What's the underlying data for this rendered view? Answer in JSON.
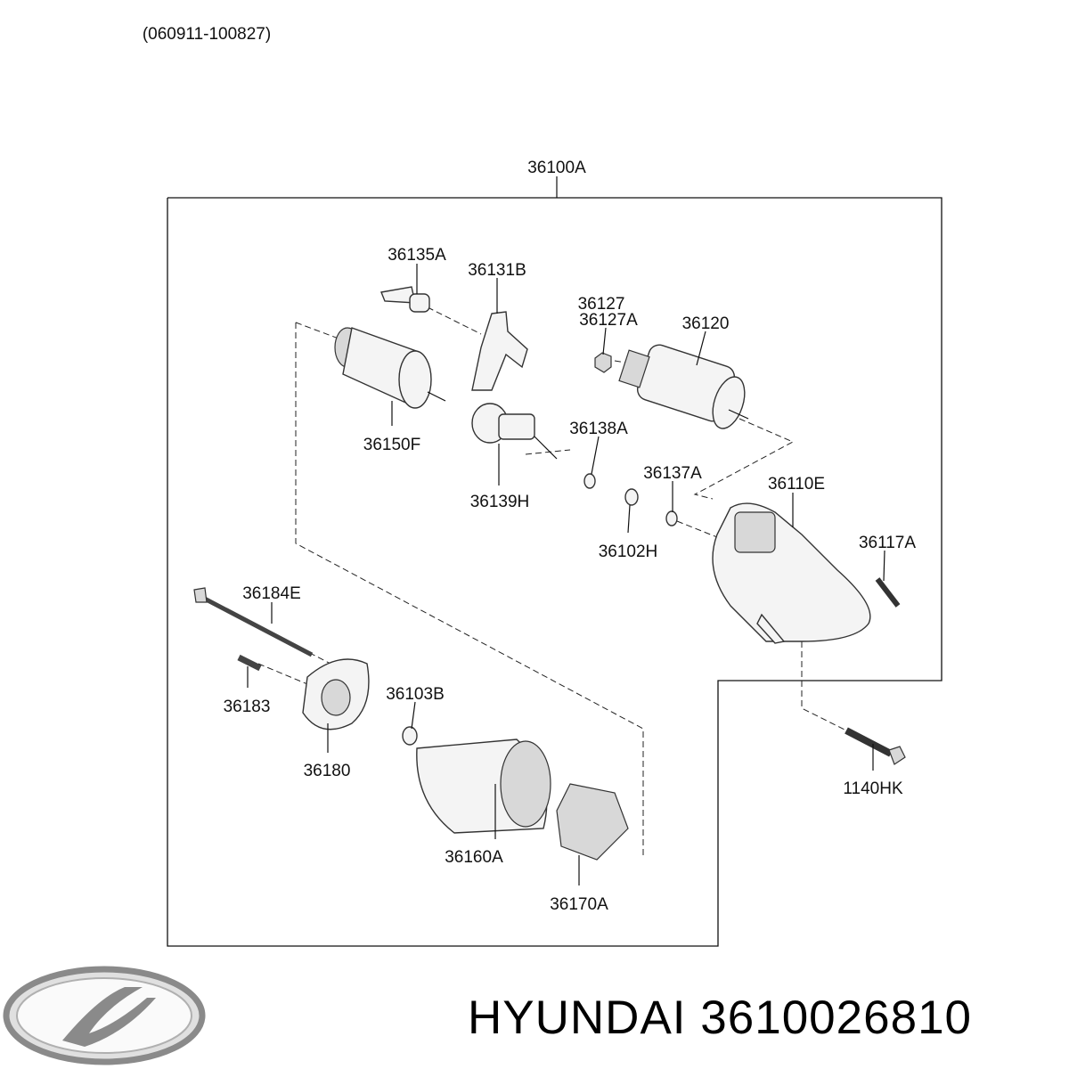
{
  "header": {
    "code_range": "(060911-100827)"
  },
  "diagram": {
    "assembly_label": "36100A",
    "parts": {
      "p36135A": "36135A",
      "p36131B": "36131B",
      "p36127": "36127",
      "p36127A": "36127A",
      "p36120": "36120",
      "p36150F": "36150F",
      "p36138A": "36138A",
      "p36139H": "36139H",
      "p36137A": "36137A",
      "p36110E": "36110E",
      "p36102H": "36102H",
      "p36117A": "36117A",
      "p36184E": "36184E",
      "p36183": "36183",
      "p36103B": "36103B",
      "p36180": "36180",
      "p36160A": "36160A",
      "p36170A": "36170A",
      "p1140HK": "1140HK"
    }
  },
  "footer": {
    "brand": "HYUNDAI",
    "part_number": "3610026810",
    "logo": "hyundai-logo",
    "logo_color": "#8a8a8a"
  }
}
